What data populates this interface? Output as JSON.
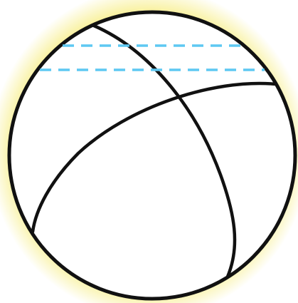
{
  "figure": {
    "subject": "ball",
    "shape": "circle",
    "seam_count": 2,
    "guide_line_count": 2,
    "guide_line_style": "dashed"
  },
  "colors": {
    "background": "#ffffff",
    "glow": "#f6ec7a",
    "ball_fill": "#ffffff",
    "outline": "#111111",
    "guide_lines": "#5ec8f2"
  }
}
